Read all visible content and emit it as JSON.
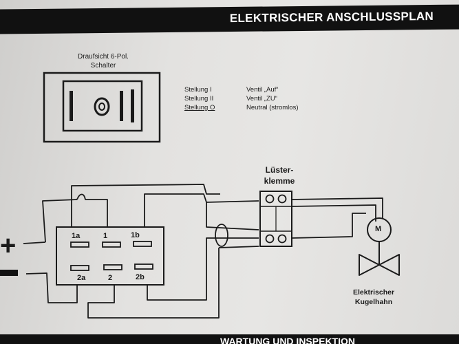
{
  "header": {
    "title": "ELEKTRISCHER ANSCHLUSSPLAN"
  },
  "footer": {
    "title": "WARTUNG UND INSPEKTION"
  },
  "switch_top_view": {
    "caption_line1": "Draufsicht 6-Pol.",
    "caption_line2": "Schalter"
  },
  "legend": {
    "rows": [
      {
        "position": "Stellung I",
        "function": "Ventil „Auf“"
      },
      {
        "position": "Stellung II",
        "function": "Ventil „ZU“"
      },
      {
        "position": "Stellung O",
        "function": "Neutral (stromlos)"
      }
    ]
  },
  "terminals": {
    "top": [
      "1a",
      "1",
      "1b"
    ],
    "bottom": [
      "2a",
      "2",
      "2b"
    ]
  },
  "supply": {
    "plus": "+",
    "minus": "–"
  },
  "luster_terminal": {
    "line1": "Lüster-",
    "line2": "klemme"
  },
  "motor": {
    "symbol": "M"
  },
  "valve": {
    "line1": "Elektrischer",
    "line2": "Kugelhahn"
  }
}
